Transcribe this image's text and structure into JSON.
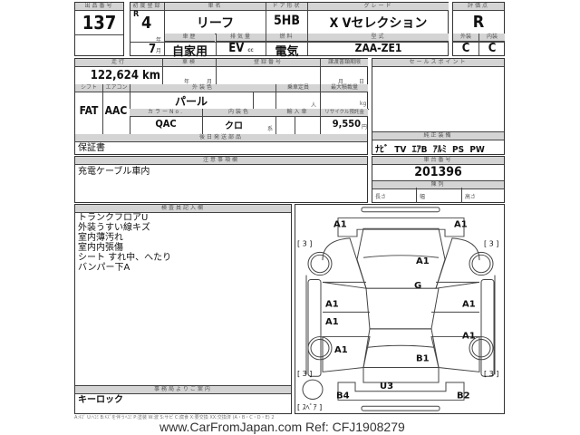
{
  "lot": {
    "label": "出品番号",
    "value": "137"
  },
  "first_reg": {
    "label": "初度登録",
    "era": "R",
    "year": "4",
    "year_unit": "年",
    "month": "7",
    "month_unit": "月"
  },
  "car_name": {
    "label": "車名",
    "value": "リーフ"
  },
  "door": {
    "label": "ドア形状",
    "value": "5HB"
  },
  "grade": {
    "label": "グレード",
    "value": "X Vセレクション"
  },
  "score": {
    "label": "評価点",
    "value": "R",
    "ext_label": "外装",
    "ext": "C",
    "int_label": "内装",
    "int": "C"
  },
  "usage": {
    "label": "車歴",
    "value": "自家用"
  },
  "displacement": {
    "label": "排気量",
    "value": "EV",
    "unit": "cc"
  },
  "fuel": {
    "label": "燃料",
    "value": "電気"
  },
  "model": {
    "label": "型式",
    "value": "ZAA-ZE1"
  },
  "mileage": {
    "label": "走行",
    "value": "122,624 km"
  },
  "inspection": {
    "label": "車検",
    "year_unit": "年",
    "month_unit": "月"
  },
  "reg_no": {
    "label": "登録番号"
  },
  "transfer": {
    "label": "譲渡書類期限",
    "month_unit": "月",
    "day_unit": "日"
  },
  "shift": {
    "label": "シフト",
    "value": "FAT"
  },
  "aircon": {
    "label": "エアコン",
    "value": "AAC"
  },
  "ext_color": {
    "label": "外装色",
    "value": "パール"
  },
  "seats": {
    "label": "乗車定員",
    "unit": "人"
  },
  "max_load": {
    "label": "最大積載量",
    "unit": "kg"
  },
  "color_no": {
    "label": "カラーNo.",
    "value": "QAC"
  },
  "int_color": {
    "label": "内装色",
    "value": "クロ",
    "unit": "系"
  },
  "import": {
    "label": "輸入車"
  },
  "recycle": {
    "label": "リサイクル預託金",
    "value": "9,550",
    "unit": "円"
  },
  "later_parts": {
    "label": "後日発送部品",
    "value": "保証書"
  },
  "sales_point": {
    "label": "セールスポイント"
  },
  "equipment": {
    "label": "純正装備",
    "value": "ﾅﾋﾞ  TV  ｴｱB  ｱﾙﾐ  PS  PW"
  },
  "notes": {
    "label": "注意事項欄",
    "value": "充電ケーブル車内"
  },
  "chassis": {
    "label": "車台番号",
    "value": "201396"
  },
  "display": {
    "label": "陳列",
    "length": "長さ",
    "width": "幅",
    "height": "高さ"
  },
  "inspector": {
    "label": "検査員記入欄",
    "lines": [
      "トランクフロアU",
      "外装うすい線キズ",
      "室内薄汚れ",
      "室内内張傷",
      "シート すれ中、へたり",
      "バンパー下A"
    ]
  },
  "office": {
    "label": "事務局よりご案内",
    "value": "キーロック"
  },
  "diagram": {
    "marks": [
      "A1",
      "A1",
      "A1",
      "G",
      "A1",
      "A1",
      "A1",
      "A1",
      "A1",
      "B1",
      "U3",
      "B4",
      "B2"
    ],
    "tire": "[ 3 ]",
    "spare": "[ ｽﾍﾟｱ ]"
  },
  "footer": "A:ｷｽﾞ U:ﾍｺﾐ B:ｷｽﾞを伴うﾍｺﾐ P:塗装 W:波 S:サビ C:腐食 X:要交換 XX:交換済 (A・B・C・D・E) 2",
  "watermark": "www.CarFromJapan.com Ref: CFJ1908279"
}
